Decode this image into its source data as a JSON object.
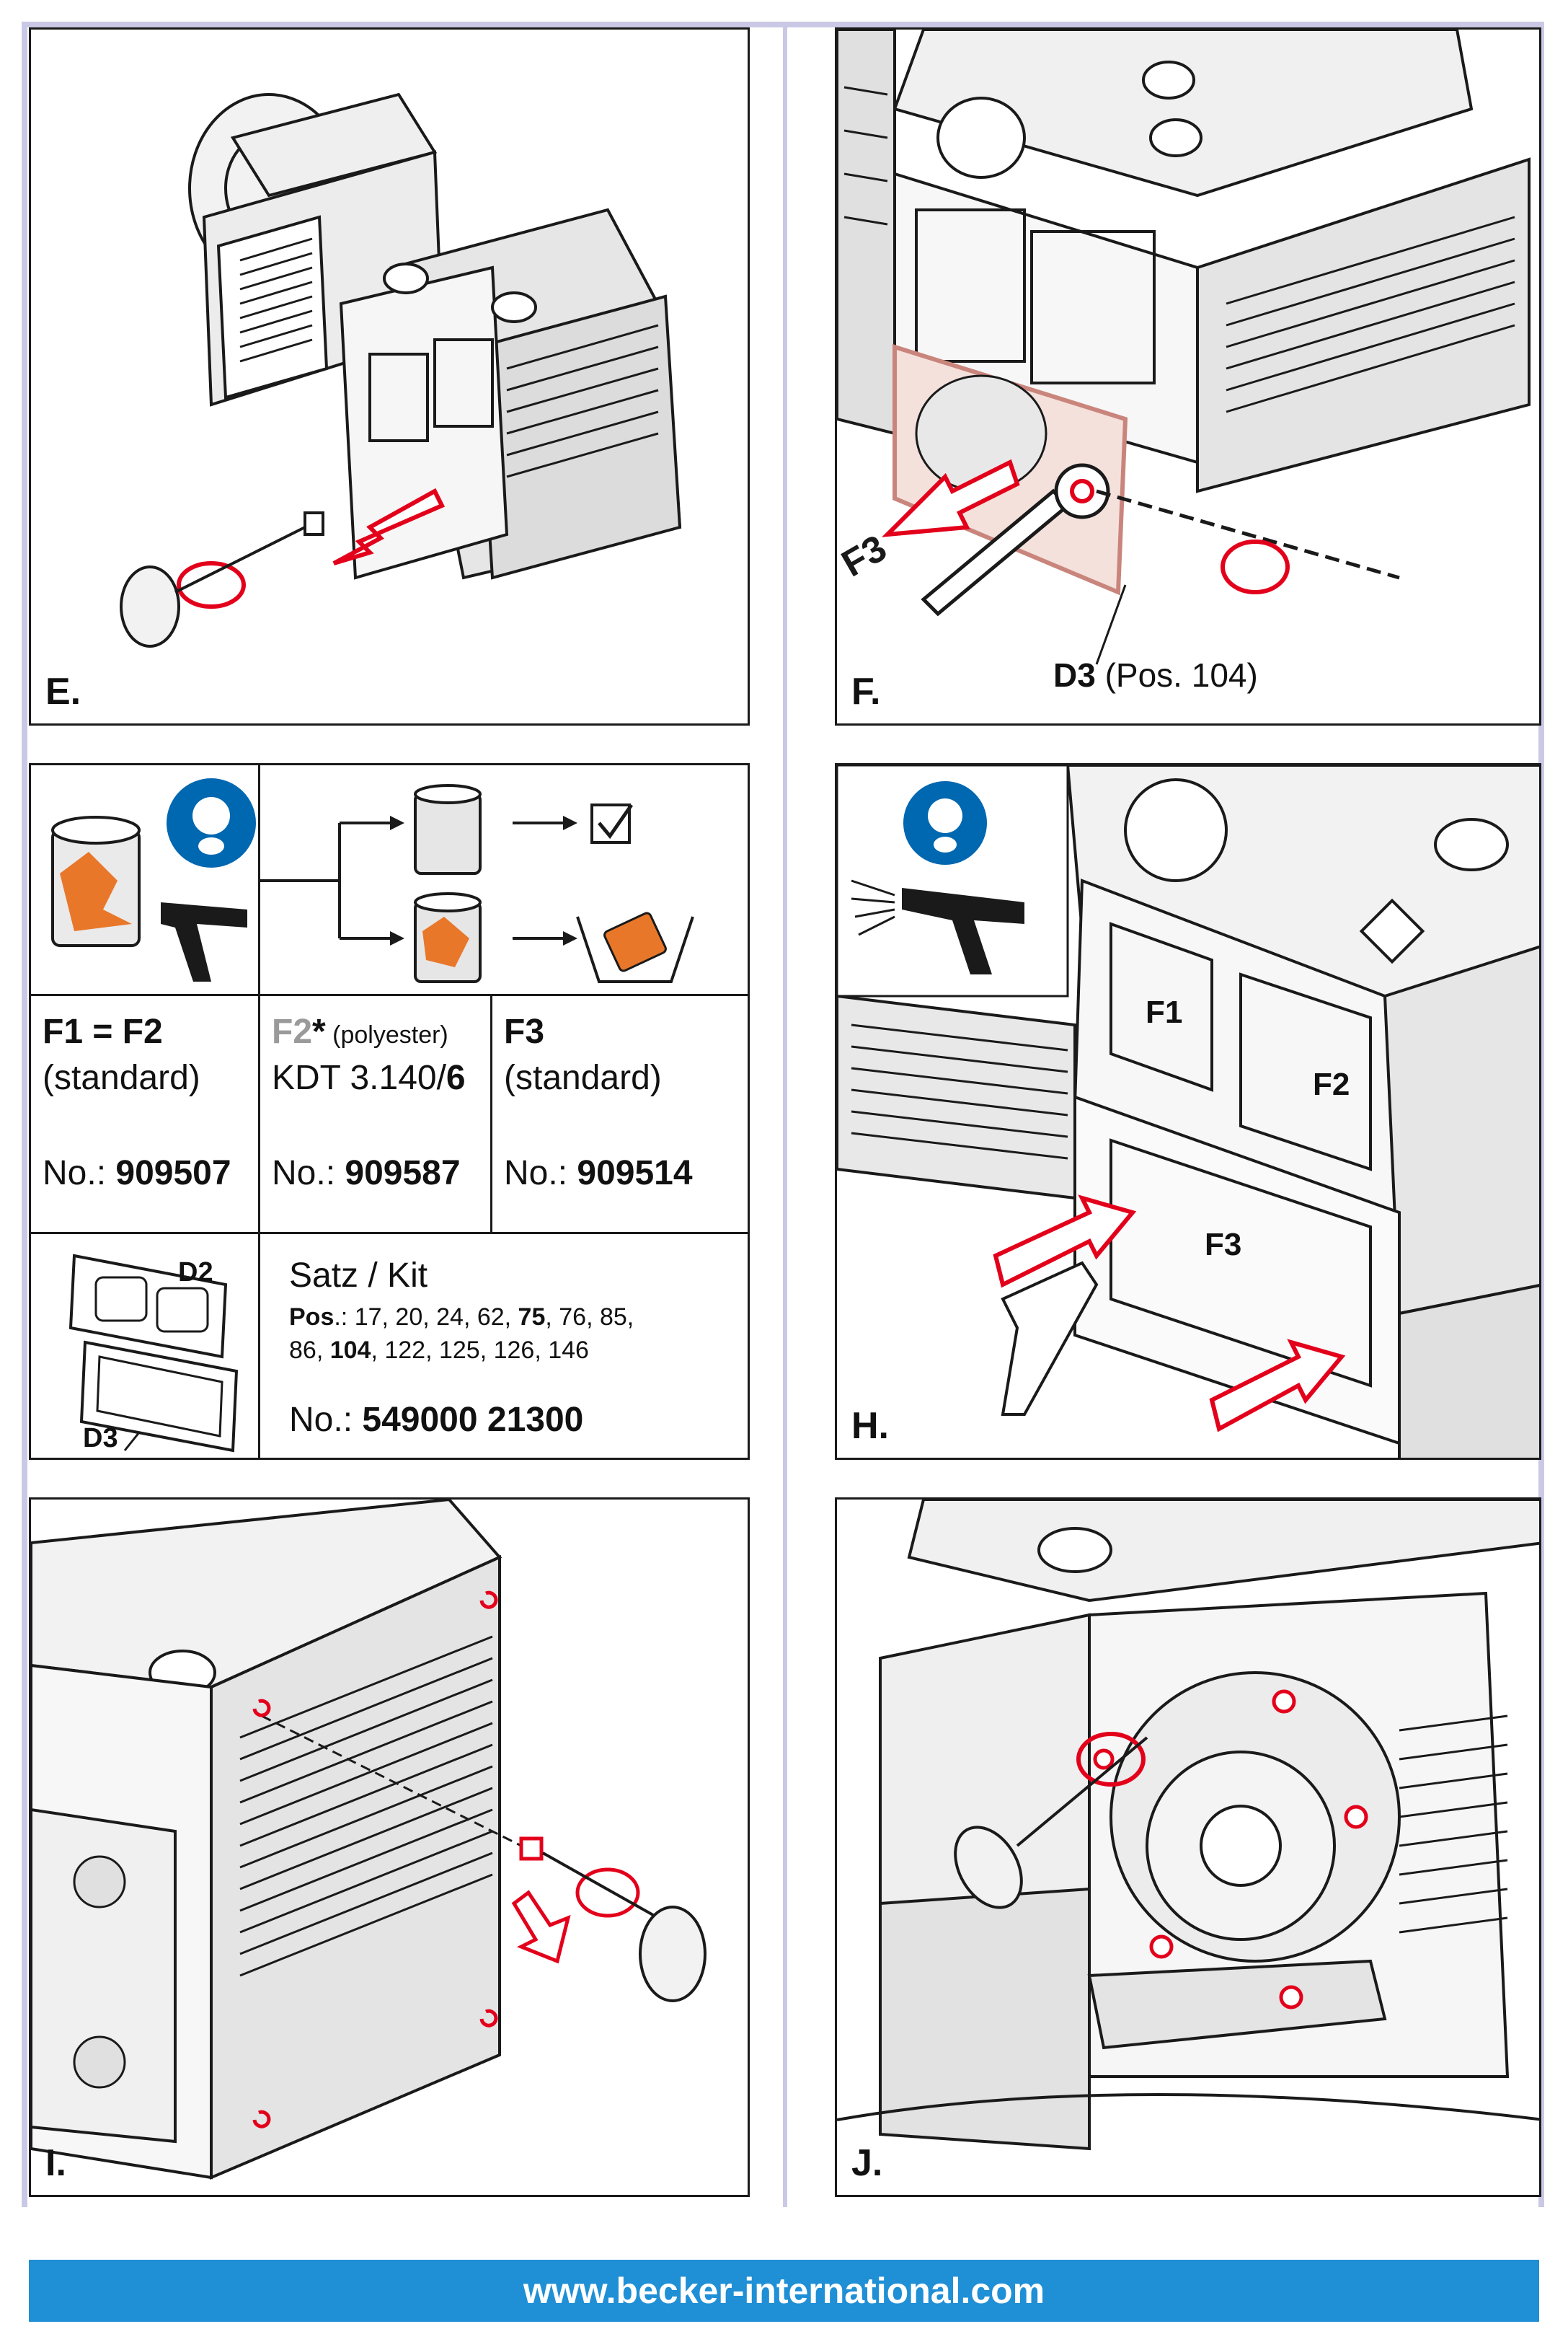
{
  "panels": {
    "E": {
      "label": "E."
    },
    "F": {
      "label": "F.",
      "f3_label": "F3",
      "d3_label": "D3",
      "d3_pos": " (Pos. 104)"
    },
    "H": {
      "label": "H.",
      "f1": "F1",
      "f2": "F2",
      "f3": "F3"
    },
    "I": {
      "label": "I."
    },
    "J": {
      "label": "J."
    }
  },
  "table": {
    "col1": {
      "title": "F1 = F2",
      "sub": "(standard)",
      "no_label": "No.: ",
      "no_value": "909507"
    },
    "col2": {
      "title_gray": "F2",
      "title_star": "*",
      "title_note": " (polyester)",
      "sub_a": "KDT 3.140/",
      "sub_b": "6",
      "no_label": "No.: ",
      "no_value": "909587"
    },
    "col3": {
      "title": "F3",
      "sub": "(standard)",
      "no_label": "No.: ",
      "no_value": "909514"
    },
    "kit": {
      "d2": "D2",
      "d3": "D3",
      "title": "Satz / Kit",
      "pos_label": "Pos",
      "pos_line1_a": ".: 17, 20, 24, 62, ",
      "pos_line1_b": "75",
      "pos_line1_c": ", 76, 85,",
      "pos_line2_a": "86, ",
      "pos_line2_b": "104",
      "pos_line2_c": ", 122, 125, 126, 146",
      "no_label": "No.: ",
      "no_value": "549000 21300"
    }
  },
  "footer": {
    "url": "www.becker-international.com"
  },
  "colors": {
    "accent_red": "#e3001b",
    "brand_blue": "#1f8fd6",
    "frame": "#c9c9e6",
    "filter_orange": "#e8772a",
    "safety_blue": "#0067b1"
  },
  "icons": [
    "respirator-mask-icon",
    "air-gun-icon",
    "filter-cartridge-icon",
    "checkbox-icon",
    "waste-bin-icon",
    "arrow-icon"
  ]
}
